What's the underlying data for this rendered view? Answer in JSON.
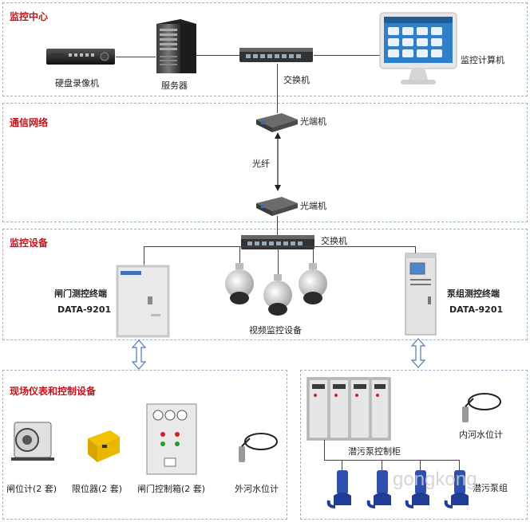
{
  "sections": {
    "monitoring_center": "监控中心",
    "comm_network": "通信网络",
    "monitoring_equipment": "监控设备",
    "field_instruments": "现场仪表和控制设备"
  },
  "devices": {
    "dvr": "硬盘录像机",
    "server": "服务器",
    "switch_top": "交换机",
    "monitor_pc": "监控计算机",
    "converter_top": "光端机",
    "fiber": "光纤",
    "converter_bottom": "光端机",
    "switch_mid": "交换机",
    "gate_terminal": "闸门测控终端",
    "gate_terminal_model": "DATA-9201",
    "video_equipment": "视频监控设备",
    "pump_terminal": "泵组测控终端",
    "pump_terminal_model": "DATA-9201",
    "gate_meter": "闸位计(2 套)",
    "limiter": "限位器(2 套)",
    "gate_control_box": "闸门控制箱(2 套)",
    "outer_river_level": "外河水位计",
    "pump_cabinet": "潜污泵控制柜",
    "inner_river_level": "内河水位计",
    "pump_group": "潜污泵组"
  },
  "watermark": "gongkong"
}
